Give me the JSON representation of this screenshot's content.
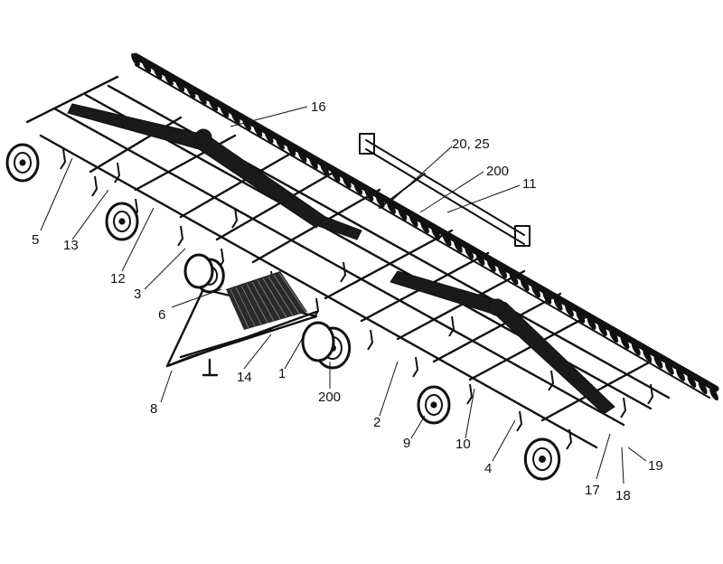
{
  "callouts": [
    {
      "id": "16",
      "text": "16"
    },
    {
      "id": "20-25",
      "text": "20, 25"
    },
    {
      "id": "200-top",
      "text": "200"
    },
    {
      "id": "11",
      "text": "11"
    },
    {
      "id": "5",
      "text": "5"
    },
    {
      "id": "13",
      "text": "13"
    },
    {
      "id": "12",
      "text": "12"
    },
    {
      "id": "3",
      "text": "3"
    },
    {
      "id": "6",
      "text": "6"
    },
    {
      "id": "14",
      "text": "14"
    },
    {
      "id": "1",
      "text": "1"
    },
    {
      "id": "200-bottom",
      "text": "200"
    },
    {
      "id": "8",
      "text": "8"
    },
    {
      "id": "2",
      "text": "2"
    },
    {
      "id": "9",
      "text": "9"
    },
    {
      "id": "10",
      "text": "10"
    },
    {
      "id": "4",
      "text": "4"
    },
    {
      "id": "17",
      "text": "17"
    },
    {
      "id": "18",
      "text": "18"
    },
    {
      "id": "19",
      "text": "19"
    }
  ],
  "colors": {
    "ink": "#111111",
    "background": "#ffffff"
  }
}
